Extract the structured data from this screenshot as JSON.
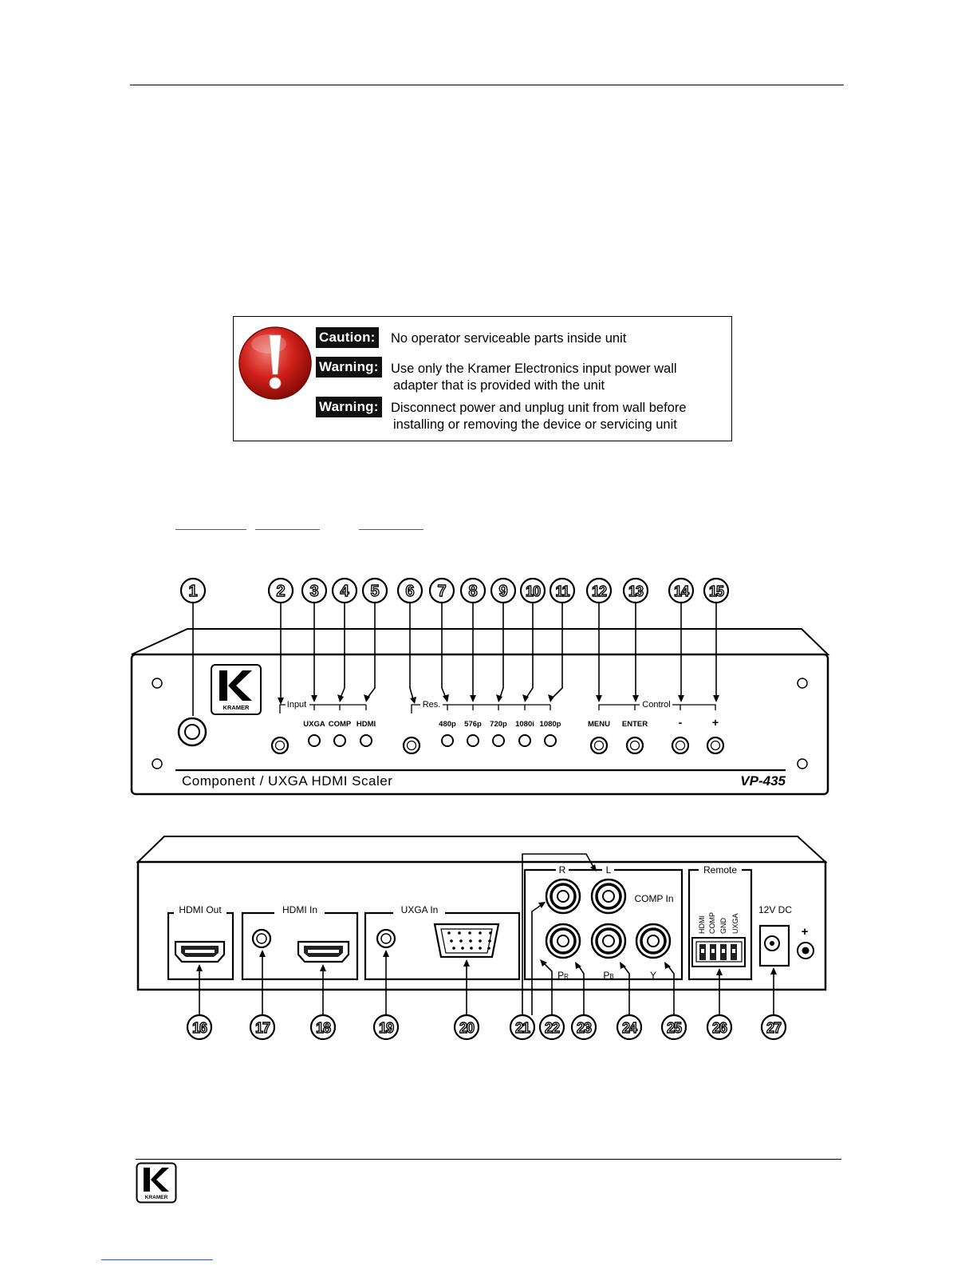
{
  "caution": {
    "rows": [
      {
        "label": "Caution:",
        "lines": [
          "No operator serviceable parts inside unit"
        ]
      },
      {
        "label": "Warning:",
        "lines": [
          "Use only the Kramer Electronics input power  wall",
          "adapter that is provided with the unit"
        ]
      },
      {
        "label": "Warning:",
        "lines": [
          "Disconnect power and unplug unit from wall before",
          "installing or removing the device or servicing unit"
        ]
      }
    ]
  },
  "front_panel": {
    "product_name": "Component / UXGA HDMI Scaler",
    "model": "VP-435",
    "logo_text": "KRAMER",
    "groups": {
      "input": "Input",
      "res": "Res.",
      "control": "Control"
    },
    "input_labels": [
      "UXGA",
      "COMP",
      "HDMI"
    ],
    "res_labels": [
      "480p",
      "576p",
      "720p",
      "1080i",
      "1080p"
    ],
    "control_labels": [
      "MENU",
      "ENTER",
      "-",
      "+"
    ],
    "callouts": [
      "1",
      "2",
      "3",
      "4",
      "5",
      "6",
      "7",
      "8",
      "9",
      "10",
      "11",
      "12",
      "13",
      "14",
      "15"
    ]
  },
  "rear_panel": {
    "sections": {
      "hdmi_out": "HDMI Out",
      "hdmi_in": "HDMI In",
      "uxga_in": "UXGA In",
      "remote": "Remote",
      "power": "12V DC"
    },
    "audio": {
      "r": "R",
      "l": "L"
    },
    "comp_in": "COMP In",
    "component": {
      "pr": "P",
      "pr_sub": "R",
      "pb": "P",
      "pb_sub": "B",
      "y": "Y"
    },
    "remote_pins": [
      "HDMI",
      "COMP",
      "GND",
      "UXGA"
    ],
    "plus": "+",
    "callouts": [
      "16",
      "17",
      "18",
      "19",
      "20",
      "21",
      "22",
      "23",
      "24",
      "25",
      "26",
      "27"
    ]
  },
  "footer": {
    "logo_text": "KRAMER"
  }
}
